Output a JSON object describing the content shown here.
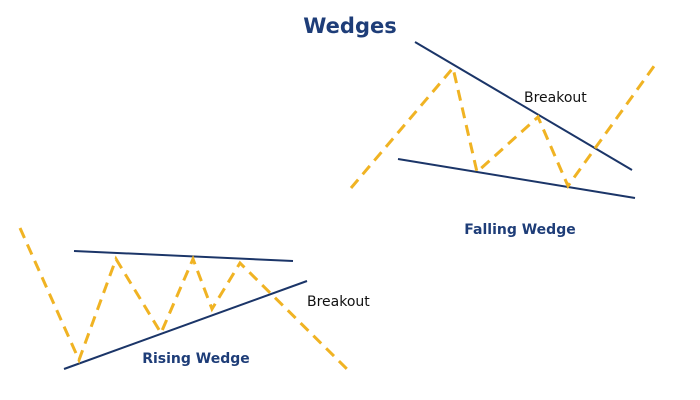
{
  "title": "Wedges",
  "falling_wedge": {
    "caption": "Falling Wedge",
    "breakout_label": "Breakout"
  },
  "rising_wedge": {
    "caption": "Rising Wedge",
    "breakout_label": "Breakout"
  },
  "colors": {
    "title": "#1e3d78",
    "caption": "#1e3d78",
    "trendline": "#1b3568",
    "price": "#f0b323",
    "label": "#111111"
  }
}
